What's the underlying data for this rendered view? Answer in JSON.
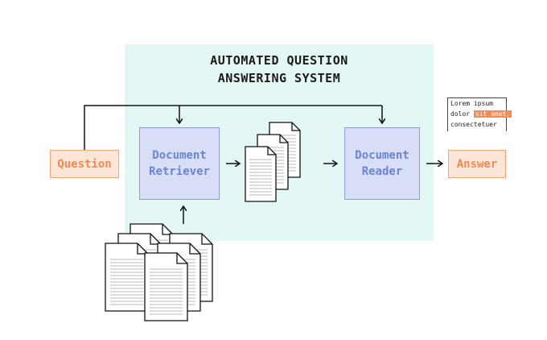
{
  "title": {
    "line1": "AUTOMATED QUESTION",
    "line2": "ANSWERING SYSTEM"
  },
  "nodes": {
    "question": "Question",
    "retriever": {
      "line1": "Document",
      "line2": "Retriever"
    },
    "reader": {
      "line1": "Document",
      "line2": "Reader"
    },
    "answer": "Answer"
  },
  "snippet": {
    "line1": "Lorem ipsum",
    "line2_plain": "dolor",
    "line2_highlight": "sit amet,",
    "line3": "consectetuer"
  },
  "colors": {
    "panel": "#e3f7f5",
    "blue_fill": "#d7def5",
    "blue_text": "#6b84d8",
    "orange_fill": "#fde6d8",
    "orange_text": "#f08a55",
    "highlight": "#f58a55"
  }
}
